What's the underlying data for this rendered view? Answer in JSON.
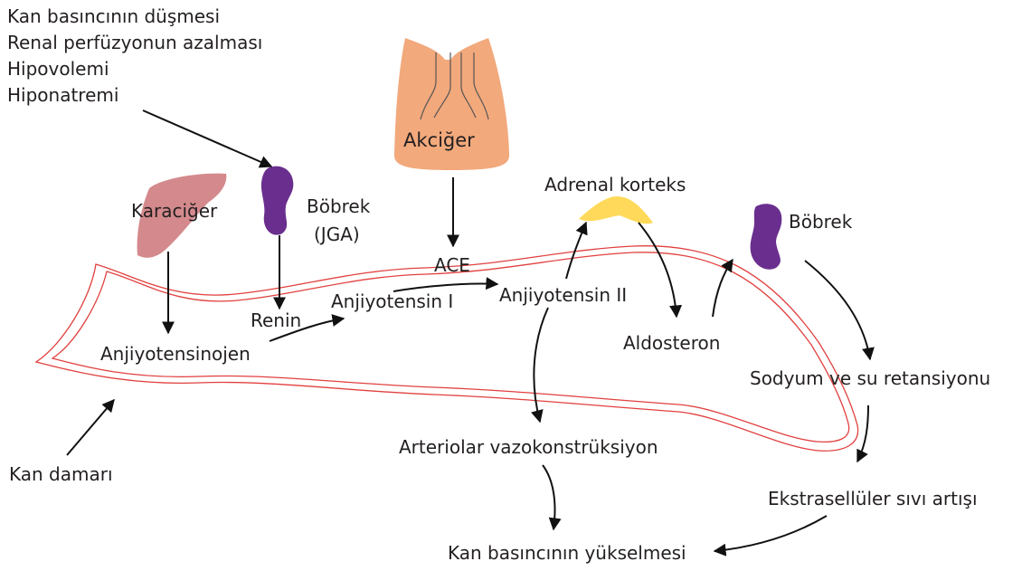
{
  "triggers": [
    "Kan basıncının düşmesi",
    "Renal perfüzyonun azalması",
    "Hipovolemi",
    "Hiponatremi"
  ],
  "organs": {
    "liver": "Karaciğer",
    "kidney_jga_line1": "Böbrek",
    "kidney_jga_line2": "(JGA)",
    "lung": "Akciğer",
    "adrenal": "Adrenal korteks",
    "kidney2": "Böbrek"
  },
  "pathway": {
    "ace": "ACE",
    "renin": "Renin",
    "angiotensinogen": "Anjiyotensinojen",
    "angiotensin1": "Anjiyotensin I",
    "angiotensin2": "Anjiyotensin II",
    "aldosterone": "Aldosteron",
    "sodium_water": "Sodyum ve su retansiyonu",
    "vasoconstriction": "Arteriolar vazokonstrüksiyon",
    "ecf_increase": "Ekstrasellüler sıvı artışı",
    "bp_increase": "Kan basıncının yükselmesi",
    "vessel": "Kan damarı"
  },
  "colors": {
    "vessel": "#e0413f",
    "liver": "#d48a8d",
    "kidney": "#6a2f8e",
    "lung": "#f2a97c",
    "adrenal": "#ffd95a",
    "arrow": "#111111",
    "text": "#231f20"
  }
}
